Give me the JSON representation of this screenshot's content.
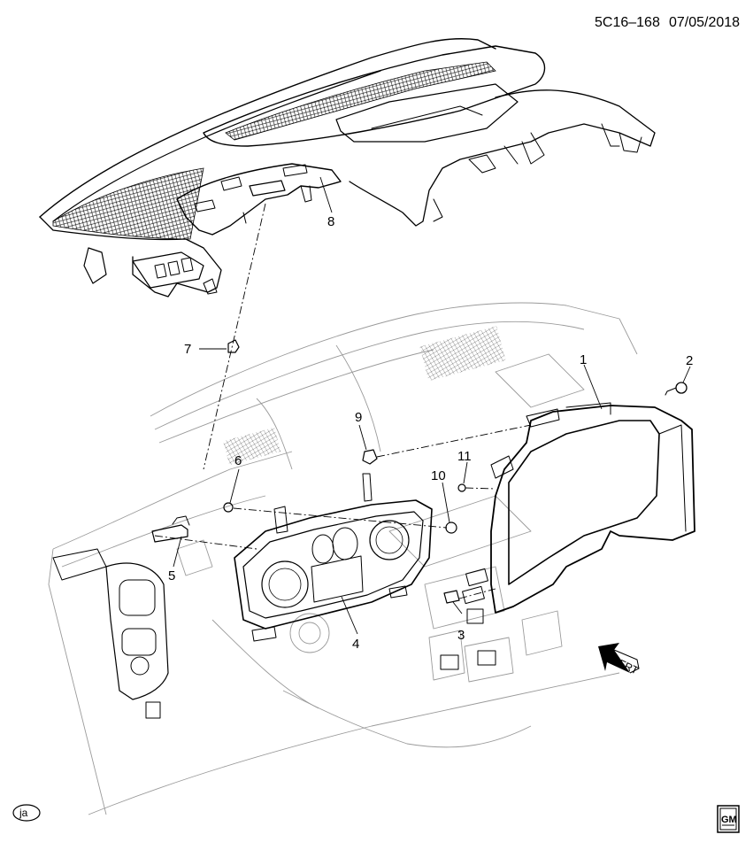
{
  "diagram": {
    "id_label": "5C16–168",
    "date_label": "07/05/2018",
    "callouts": [
      "1",
      "2",
      "3",
      "4",
      "5",
      "6",
      "7",
      "8",
      "9",
      "10",
      "11"
    ],
    "front_arrow_label": "FRT",
    "corner_badge_label": "ja",
    "brand_logo_text": "GM"
  }
}
